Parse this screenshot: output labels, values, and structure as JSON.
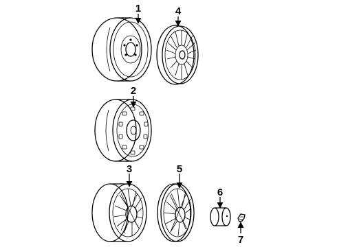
{
  "diagram": {
    "parts": [
      {
        "number": "1"
      },
      {
        "number": "2"
      },
      {
        "number": "3"
      },
      {
        "number": "4"
      },
      {
        "number": "5"
      },
      {
        "number": "6"
      },
      {
        "number": "7"
      }
    ]
  }
}
